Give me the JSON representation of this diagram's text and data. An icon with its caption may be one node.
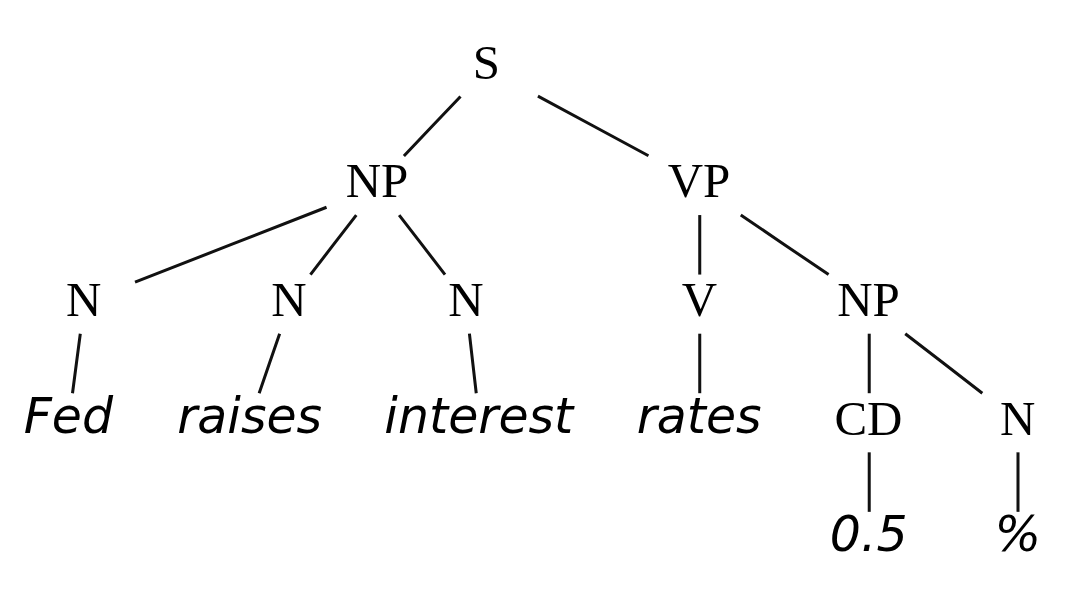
{
  "diagram": {
    "nodes": [
      {
        "text": [
          "S"
        ]
      },
      {
        "text": [
          "NP"
        ]
      },
      {
        "text": [
          "VP"
        ]
      },
      {
        "text": [
          "N"
        ]
      },
      {
        "text": [
          "N"
        ]
      },
      {
        "text": [
          "N"
        ]
      },
      {
        "text": [
          "V"
        ]
      },
      {
        "text": [
          "NP"
        ]
      },
      {
        "text": [
          "Fed"
        ]
      },
      {
        "text": [
          "raises"
        ]
      },
      {
        "text": [
          "interest"
        ]
      },
      {
        "text": [
          "rates"
        ]
      },
      {
        "text": [
          "CD"
        ]
      },
      {
        "text": [
          "N"
        ]
      },
      {
        "text": [
          "0.5"
        ]
      },
      {
        "text": [
          "%"
        ]
      }
    ],
    "edges": [
      {
        "from": 0,
        "to": 1,
        "arrow": "none"
      },
      {
        "from": 0,
        "to": 2,
        "arrow": "none"
      },
      {
        "from": 1,
        "to": 3,
        "arrow": "none"
      },
      {
        "from": 1,
        "to": 4,
        "arrow": "none"
      },
      {
        "from": 1,
        "to": 5,
        "arrow": "none"
      },
      {
        "from": 2,
        "to": 6,
        "arrow": "none"
      },
      {
        "from": 2,
        "to": 7,
        "arrow": "none"
      },
      {
        "from": 3,
        "to": 8,
        "arrow": "none"
      },
      {
        "from": 4,
        "to": 9,
        "arrow": "none"
      },
      {
        "from": 5,
        "to": 10,
        "arrow": "none"
      },
      {
        "from": 6,
        "to": 11,
        "arrow": "none"
      },
      {
        "from": 7,
        "to": 12,
        "arrow": "none"
      },
      {
        "from": 7,
        "to": 13,
        "arrow": "none"
      },
      {
        "from": 12,
        "to": 14,
        "arrow": "none"
      },
      {
        "from": 13,
        "to": 15,
        "arrow": "none"
      }
    ]
  }
}
